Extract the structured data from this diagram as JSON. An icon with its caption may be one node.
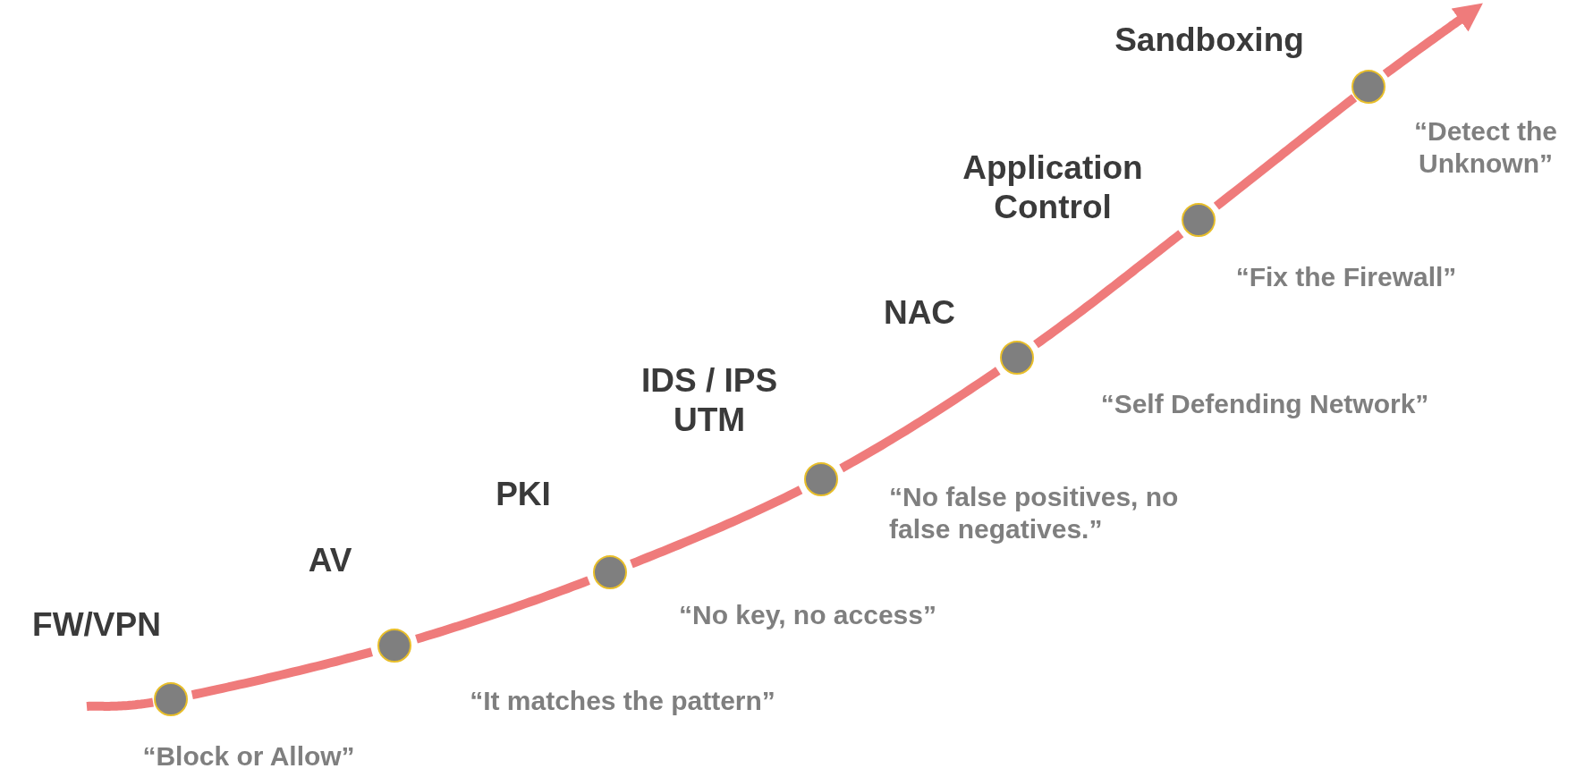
{
  "diagram": {
    "nodes": [
      {
        "text": [
          "FW/VPN"
        ],
        "beside": [
          "“Block or Allow”"
        ]
      },
      {
        "text": [
          "AV"
        ],
        "beside": [
          "“It matches the pattern”"
        ]
      },
      {
        "text": [
          "PKI"
        ],
        "beside": [
          "“No key, no access”"
        ]
      },
      {
        "text": [
          "IDS / IPS UTM"
        ],
        "beside": [
          "“No false positives, no false negatives.”"
        ]
      },
      {
        "text": [
          "NAC"
        ],
        "beside": [
          "“Self Defending Network”"
        ]
      },
      {
        "text": [
          "Application Control"
        ],
        "beside": [
          "“Fix the Firewall”"
        ]
      },
      {
        "text": [
          "Sandboxing"
        ],
        "beside": [
          "“Detect the Unknown”"
        ]
      }
    ],
    "edges": [
      {
        "from": null,
        "to": 0,
        "arrow": "none"
      },
      {
        "from": 0,
        "to": 1,
        "arrow": "none"
      },
      {
        "from": 1,
        "to": 2,
        "arrow": "none"
      },
      {
        "from": 2,
        "to": 3,
        "arrow": "none"
      },
      {
        "from": 3,
        "to": 4,
        "arrow": "none"
      },
      {
        "from": 4,
        "to": 5,
        "arrow": "none"
      },
      {
        "from": 5,
        "to": 6,
        "arrow": "none"
      },
      {
        "from": 6,
        "to": null,
        "arrow": "to"
      }
    ]
  }
}
